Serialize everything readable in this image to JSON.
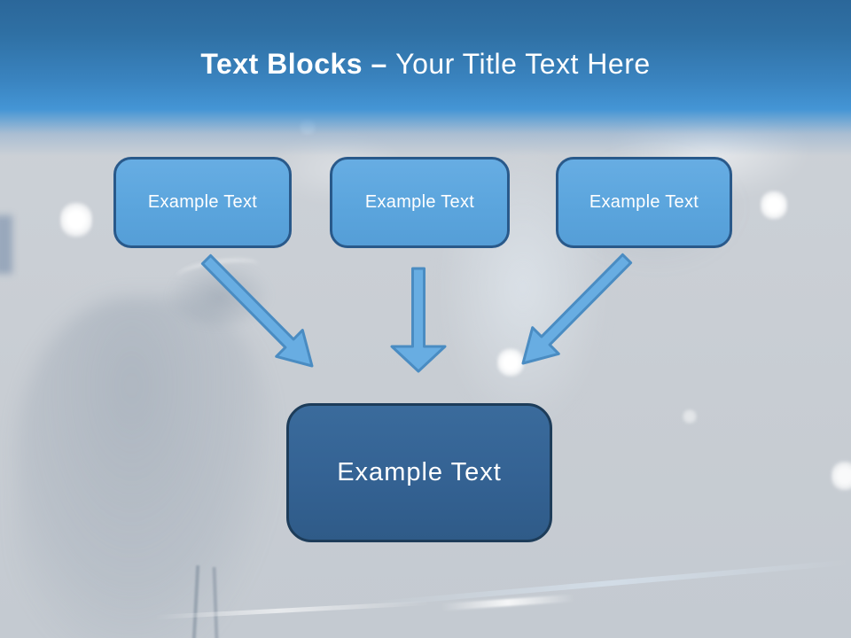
{
  "slide": {
    "title": {
      "bold": "Text Blocks",
      "separator": " – ",
      "regular": "Your Title Text Here",
      "color": "#ffffff"
    },
    "diagram": {
      "top_boxes": [
        {
          "label": "Example Text"
        },
        {
          "label": "Example Text"
        },
        {
          "label": "Example Text"
        }
      ],
      "bottom_box": {
        "label": "Example Text"
      },
      "arrows": [
        {
          "icon": "arrow-down-right-icon",
          "direction": "down-right"
        },
        {
          "icon": "arrow-down-icon",
          "direction": "down"
        },
        {
          "icon": "arrow-down-left-icon",
          "direction": "down-left"
        }
      ]
    },
    "colors": {
      "header_gradient_top": "#2b679a",
      "header_gradient_bottom": "#4495d5",
      "top_box_fill": "#5ba5dd",
      "top_box_border": "#29598a",
      "bottom_box_fill": "#346293",
      "bottom_box_border": "#1d3c59",
      "arrow_fill": "#68ade2",
      "arrow_outline": "#4a8cc2",
      "title_color": "#ffffff",
      "background_gray": "#c9ced4"
    }
  }
}
